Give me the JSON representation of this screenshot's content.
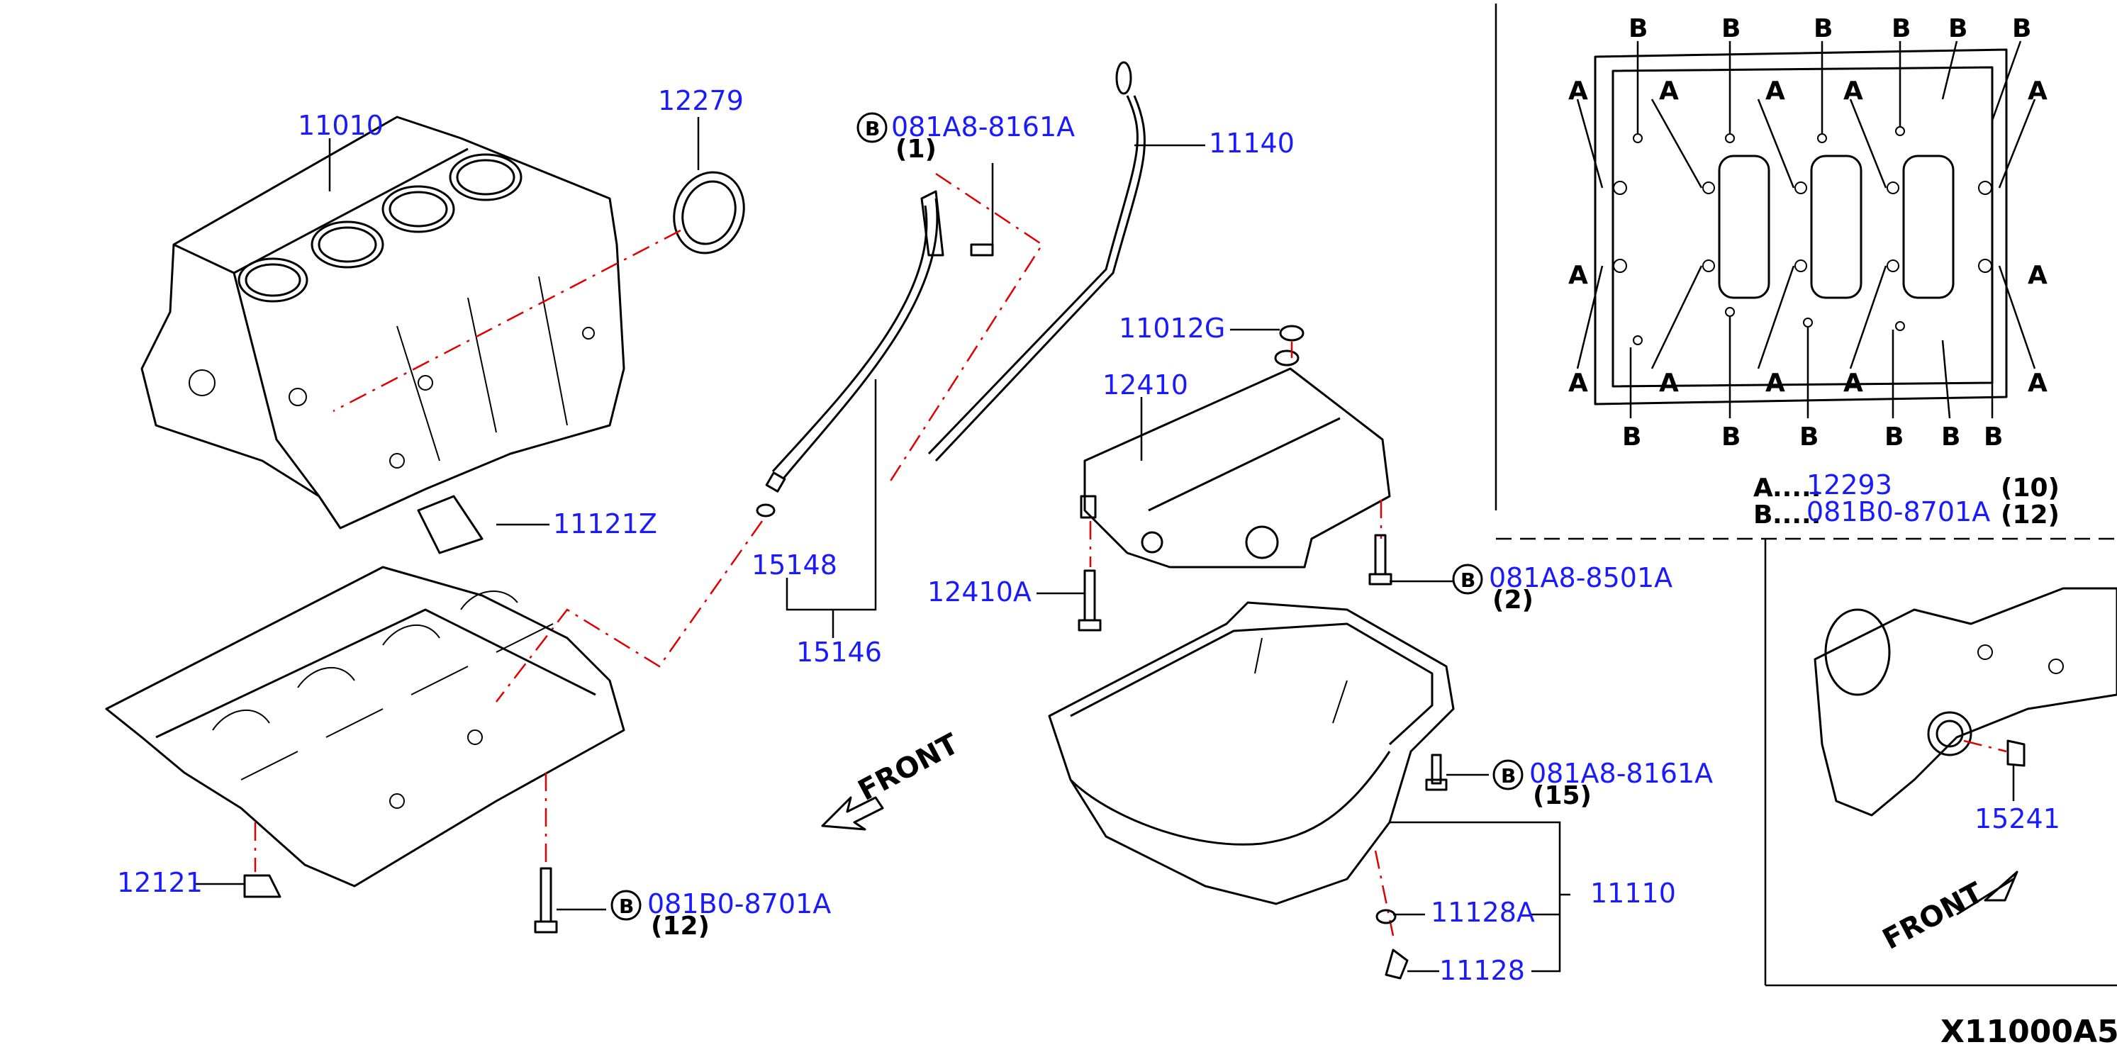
{
  "diagram": {
    "code": "X11000A5",
    "front_labels": [
      "FRONT",
      "FRONT"
    ],
    "legend": [
      {
        "letter": "A",
        "part": "12293",
        "qty": "(10)"
      },
      {
        "letter": "B",
        "part": "081B0-8701A",
        "qty": "(12)"
      }
    ],
    "callouts": [
      {
        "id": "11010",
        "text": "11010"
      },
      {
        "id": "12279",
        "text": "12279"
      },
      {
        "id": "bolt-1",
        "text": "081A8-8161A",
        "badge": "B",
        "qty": "(1)"
      },
      {
        "id": "11140",
        "text": "11140"
      },
      {
        "id": "11012G",
        "text": "11012G"
      },
      {
        "id": "12410",
        "text": "12410"
      },
      {
        "id": "11121Z",
        "text": "11121Z"
      },
      {
        "id": "15148",
        "text": "15148"
      },
      {
        "id": "15146",
        "text": "15146"
      },
      {
        "id": "12410A",
        "text": "12410A"
      },
      {
        "id": "bolt-2",
        "text": "081A8-8501A",
        "badge": "B",
        "qty": "(2)"
      },
      {
        "id": "bolt-15",
        "text": "081A8-8161A",
        "badge": "B",
        "qty": "(15)"
      },
      {
        "id": "12121",
        "text": "12121"
      },
      {
        "id": "bolt-12",
        "text": "081B0-8701A",
        "badge": "B",
        "qty": "(12)"
      },
      {
        "id": "11128A",
        "text": "11128A"
      },
      {
        "id": "11110",
        "text": "11110"
      },
      {
        "id": "11128",
        "text": "11128"
      },
      {
        "id": "15241",
        "text": "15241"
      }
    ],
    "inset_markers": {
      "top_row": [
        "B",
        "B",
        "B",
        "B",
        "B",
        "B"
      ],
      "bottom_row": [
        "B",
        "B",
        "B",
        "B",
        "B",
        "B"
      ],
      "left_side": [
        "A",
        "A",
        "A"
      ],
      "right_side": [
        "A",
        "A",
        "A"
      ],
      "inner_top": [
        "A",
        "A",
        "A"
      ],
      "inner_bottom": [
        "A",
        "A",
        "A"
      ]
    },
    "colors": {
      "callout": "#1a1aff",
      "centerline": "#e00000",
      "outline": "#000000"
    }
  }
}
